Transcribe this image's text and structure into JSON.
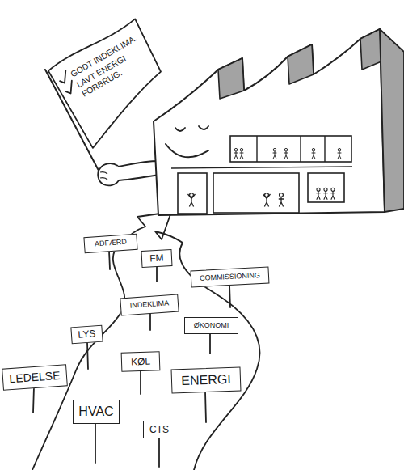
{
  "diagram": {
    "nodes": [
      {
        "text": [
          "GODT INDEKLIMA.",
          "LAVT ENERGI FORBRUG."
        ]
      },
      {
        "text": [
          "ADFÆRD"
        ]
      },
      {
        "text": [
          "FM"
        ]
      },
      {
        "text": [
          "COMMISSIONING"
        ]
      },
      {
        "text": [
          "INDEKLIMA"
        ]
      },
      {
        "text": [
          "ØKONOMI"
        ]
      },
      {
        "text": [
          "LYS"
        ]
      },
      {
        "text": [
          "KØL"
        ]
      },
      {
        "text": [
          "LEDELSE"
        ]
      },
      {
        "text": [
          "ENERGI"
        ]
      },
      {
        "text": [
          "HVAC"
        ]
      },
      {
        "text": [
          "CTS"
        ]
      }
    ]
  }
}
